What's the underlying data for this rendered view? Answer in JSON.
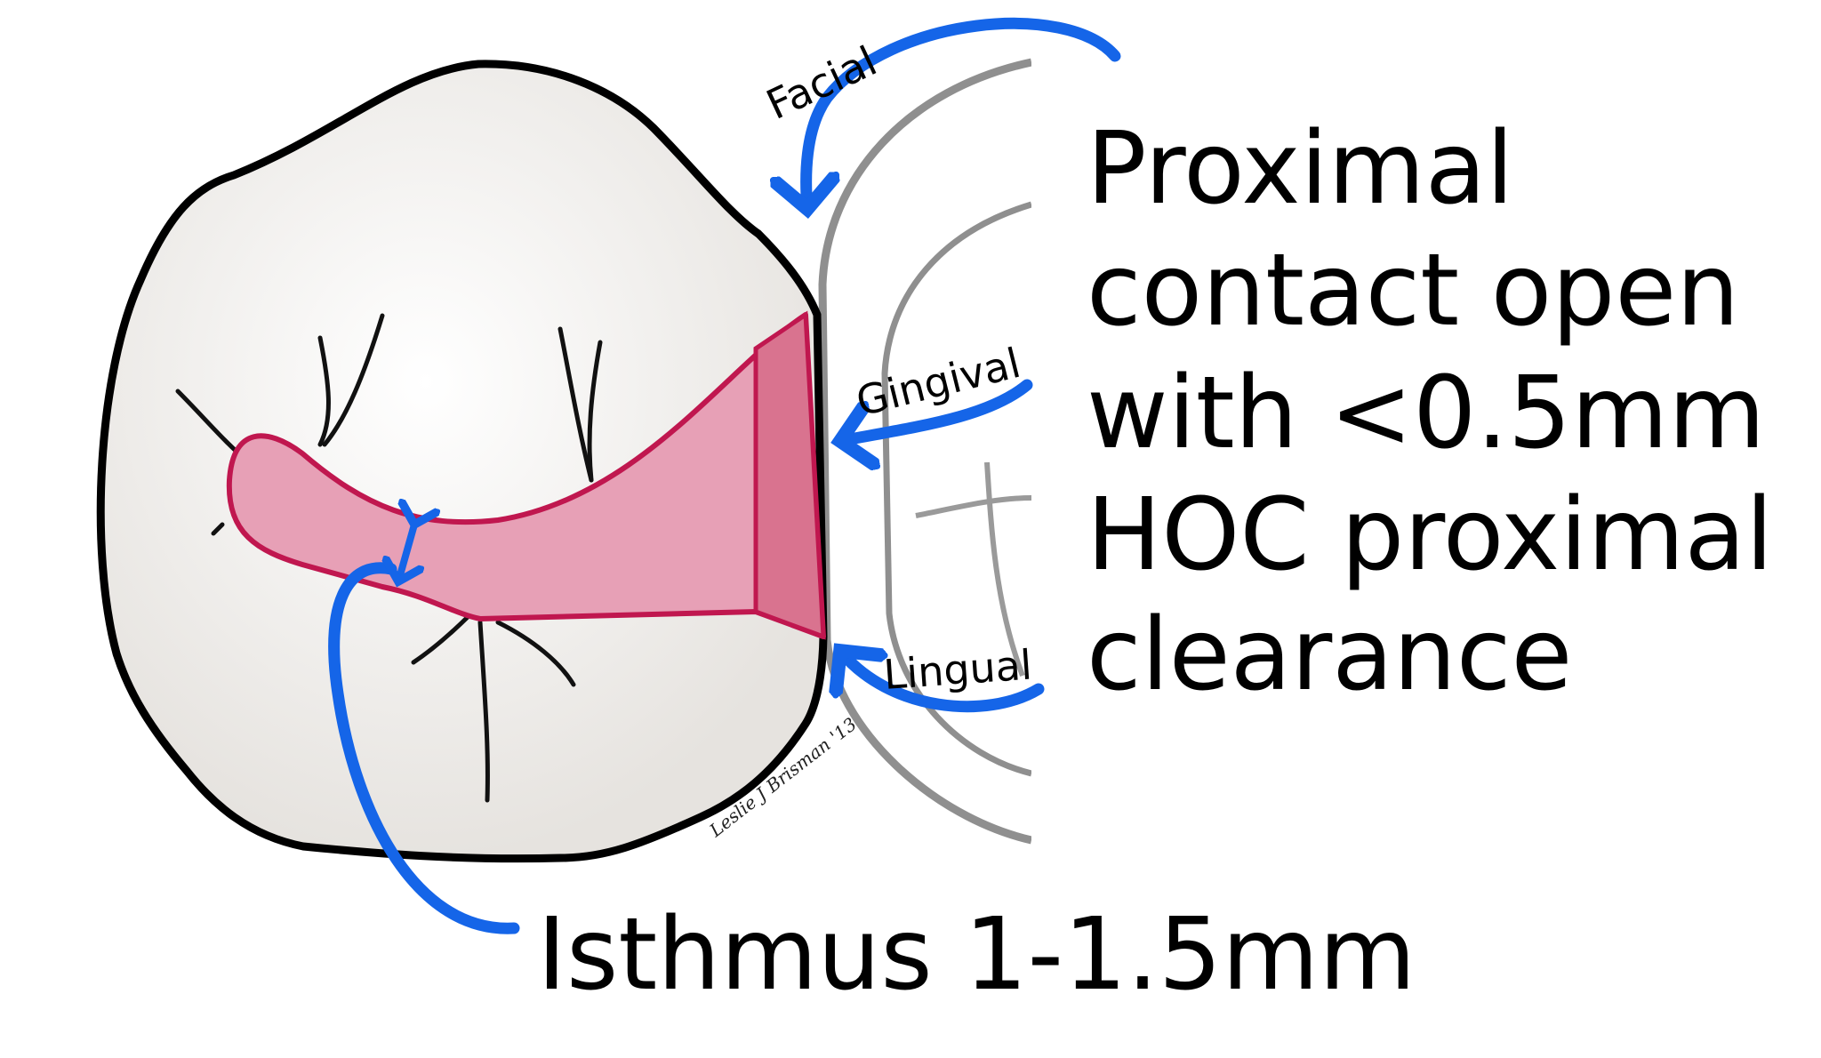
{
  "labels": {
    "facial": "Facial",
    "gingival": "Gingival",
    "lingual": "Lingual",
    "proximal_lines": [
      "Proximal",
      "contact open",
      "with <0.5mm",
      "HOC proximal",
      "clearance"
    ],
    "isthmus": "Isthmus 1-1.5mm",
    "signature": "Leslie J Brisman '13"
  },
  "colors": {
    "arrow": "#1565e8",
    "preparation": "#e7a0b6",
    "preparation_outline": "#c0174f",
    "tooth": "#efedea",
    "outline": "#000000",
    "adjacent_tooth": "#8f8f8f"
  }
}
